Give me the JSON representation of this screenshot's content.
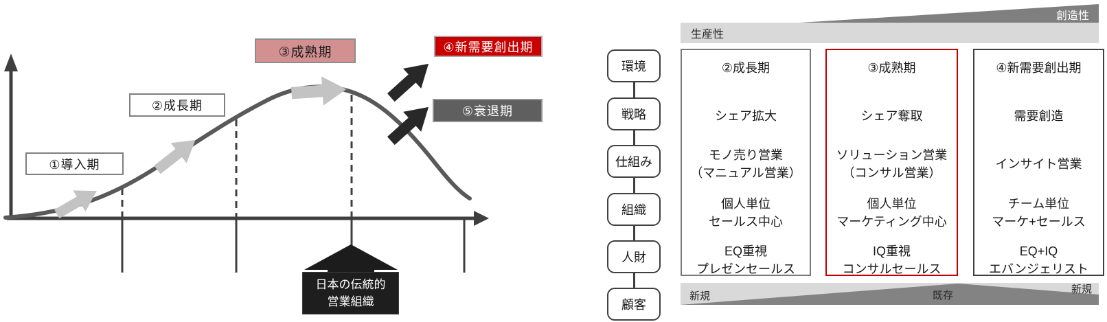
{
  "left_chart": {
    "stages": [
      {
        "id": "introduction",
        "label": "①導入期"
      },
      {
        "id": "growth",
        "label": "②成長期"
      },
      {
        "id": "maturity",
        "label": "③成熟期"
      },
      {
        "id": "new-demand-creation",
        "label": "④新需要創出期"
      },
      {
        "id": "decline",
        "label": "⑤衰退期"
      }
    ],
    "annotation": {
      "line1": "日本の伝統的",
      "line2": "営業組織"
    }
  },
  "right_panel": {
    "top_axis": {
      "productivity_label": "生産性",
      "creativity_label": "創造性"
    },
    "row_labels": [
      {
        "label": "環境"
      },
      {
        "label": "戦略"
      },
      {
        "label": "仕組み"
      },
      {
        "label": "組織"
      },
      {
        "label": "人財"
      },
      {
        "label": "顧客"
      }
    ],
    "columns": [
      {
        "header": "②成長期",
        "strategy": "シェア拡大",
        "mechanism_line1": "モノ売り営業",
        "mechanism_line2": "（マニュアル営業）",
        "organization_line1": "個人単位",
        "organization_line2": "セールス中心",
        "talent_line1": "EQ重視",
        "talent_line2": "プレゼンセールス"
      },
      {
        "header": "③成熟期",
        "strategy": "シェア奪取",
        "mechanism_line1": "ソリューション営業",
        "mechanism_line2": "（コンサル営業）",
        "organization_line1": "個人単位",
        "organization_line2": "マーケティング中心",
        "talent_line1": "IQ重視",
        "talent_line2": "コンサルセールス"
      },
      {
        "header": "④新需要創出期",
        "strategy": "需要創造",
        "mechanism_line1": "インサイト営業",
        "organization_line1": "チーム単位",
        "organization_line2": "マーケ+セールス",
        "talent_line1": "EQ+IQ",
        "talent_line2": "エバンジェリスト"
      }
    ],
    "bottom_axis": {
      "left_label": "新規",
      "middle_label": "既存",
      "right_label": "新規"
    }
  },
  "colors": {
    "maturity_fill": "#d29190",
    "new_demand_fill": "#c80000",
    "decline_fill": "#5f5f5f",
    "curve": "#595959",
    "axis": "#3f3f3f",
    "light_arrow": "#c3c3c3",
    "black_arrow": "#282828",
    "bar_light": "#d9d9d9",
    "bar_dark_top": "#7f7f7f",
    "bar_dark_bottom": "#838383",
    "highlight_border": "#c00000"
  }
}
